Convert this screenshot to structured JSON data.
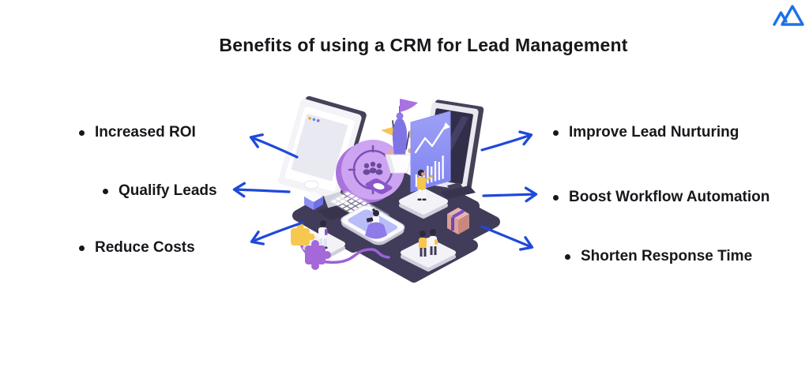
{
  "title": {
    "text": "Benefits of using a CRM for Lead Management"
  },
  "brand": {
    "logo_icon": "mountain-peaks-logo"
  },
  "left_benefits": [
    {
      "label": "Increased ROI"
    },
    {
      "label": "Qualify Leads"
    },
    {
      "label": "Reduce Costs"
    }
  ],
  "right_benefits": [
    {
      "label": "Improve Lead Nurturing"
    },
    {
      "label": "Boost Workflow Automation"
    },
    {
      "label": "Shorten Response Time"
    }
  ],
  "illustration": {
    "scene": "isometric-crm-workspace",
    "elements": [
      "desktop-monitor-with-target-audience-disc",
      "analytics-monitor-with-bar-chart-and-trend-arrow",
      "lead-trophy-in-vase-with-flags",
      "keyboard",
      "mouse-pad",
      "tablet-with-seated-person",
      "standing-team-members",
      "package-box",
      "puzzle-pieces",
      "connector-cable"
    ]
  },
  "colors": {
    "arrow_blue": "#1e49da",
    "logo_blue": "#1c72e8",
    "text_dark": "#17171c",
    "platform_dark": "#423c5b",
    "accent_purple": "#a873dd",
    "accent_periwinkle": "#8d90f3",
    "accent_yellow": "#f6c64e",
    "accent_pink": "#dba098"
  }
}
